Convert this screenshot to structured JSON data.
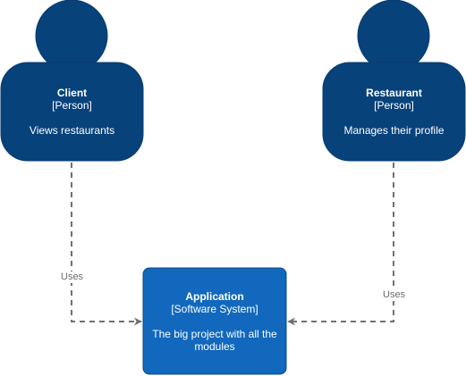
{
  "colors": {
    "person": "#08427B",
    "person_border": "#073B6F",
    "system": "#1168BD",
    "system_border": "#0B4884",
    "edge": "#707070",
    "text": "#FFFFFF",
    "edge_label": "#6B6B6B"
  },
  "nodes": {
    "client": {
      "name": "Client",
      "type": "[Person]",
      "description": "Views restaurants"
    },
    "restaurant": {
      "name": "Restaurant",
      "type": "[Person]",
      "description": "Manages their profile"
    },
    "application": {
      "name": "Application",
      "type": "[Software System]",
      "description": "The big project with all the modules"
    }
  },
  "edges": {
    "client_to_application": {
      "label": "Uses"
    },
    "restaurant_to_application": {
      "label": "Uses"
    }
  }
}
